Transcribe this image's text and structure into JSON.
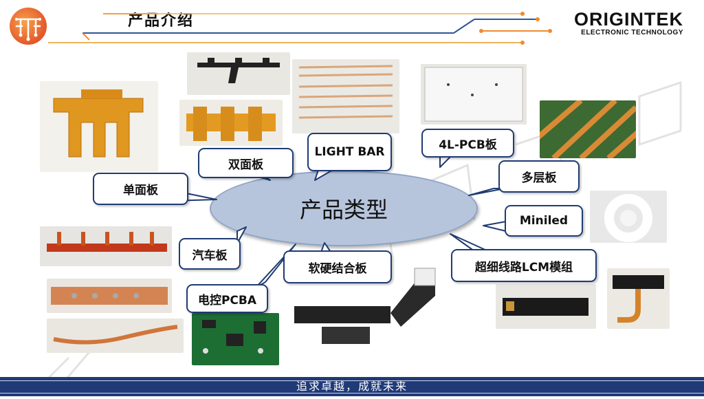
{
  "header": {
    "title": "产品介绍",
    "brand_name": "ORIGINTEK",
    "brand_sub": "ELECTRONIC TECHNOLOGY",
    "accent_color": "#f08a2c"
  },
  "center": {
    "label": "产品类型"
  },
  "callouts": {
    "single": "单面板",
    "double": "双面板",
    "lightbar": "LIGHT BAR",
    "pcb4l": "4L-PCB板",
    "multilayer": "多层板",
    "miniled": "Miniled",
    "auto": "汽车板",
    "rigidflex": "软硬结合板",
    "finelcm": "超细线路LCM模组",
    "pcba": "电控PCBA"
  },
  "footer": {
    "slogan": "追求卓越，成就未来",
    "bar_color": "#203a78"
  }
}
